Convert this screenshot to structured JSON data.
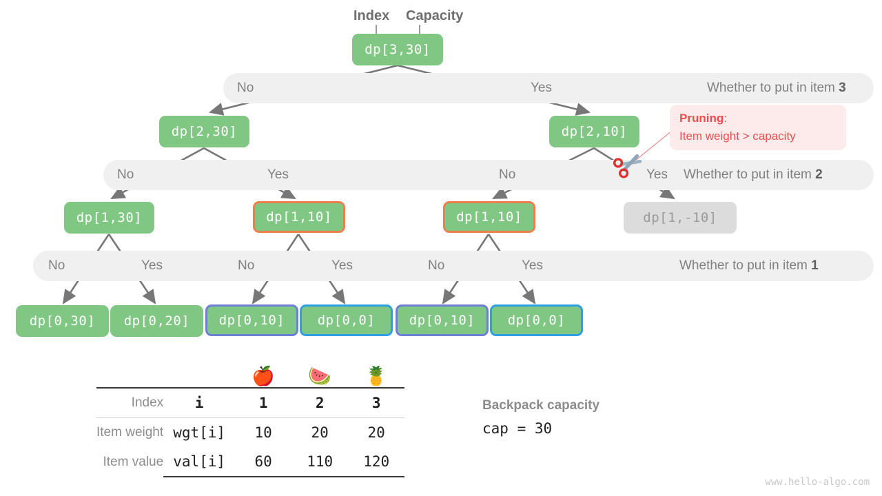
{
  "captions": {
    "index": "Index",
    "capacity": "Capacity"
  },
  "tree": {
    "root": {
      "label": "dp[3,30]"
    },
    "level2": [
      {
        "label": "dp[2,30]"
      },
      {
        "label": "dp[2,10]"
      }
    ],
    "level3": [
      {
        "label": "dp[1,30]"
      },
      {
        "label": "dp[1,10]"
      },
      {
        "label": "dp[1,10]"
      },
      {
        "label": "dp[1,-10]"
      }
    ],
    "level4": [
      {
        "label": "dp[0,30]"
      },
      {
        "label": "dp[0,20]"
      },
      {
        "label": "dp[0,10]"
      },
      {
        "label": "dp[0,0]"
      },
      {
        "label": "dp[0,10]"
      },
      {
        "label": "dp[0,0]"
      }
    ]
  },
  "decision_rows": [
    {
      "question": "Whether to put in item",
      "item": "3",
      "branches": [
        "No",
        "Yes"
      ]
    },
    {
      "question": "Whether to put in item",
      "item": "2",
      "branches": [
        "No",
        "Yes",
        "No",
        "Yes"
      ]
    },
    {
      "question": "Whether to put in item",
      "item": "1",
      "branches": [
        "No",
        "Yes",
        "No",
        "Yes",
        "No",
        "Yes"
      ]
    }
  ],
  "pruning": {
    "title": "Pruning",
    "colon": ":",
    "body": "Item weight > capacity",
    "icon": "scissors-icon",
    "color": "#ef4d4d",
    "background": "#fdeaea"
  },
  "table": {
    "emojis": [
      "🍎",
      "🍉",
      "🍍"
    ],
    "rows": [
      {
        "label": "Index",
        "key": "i",
        "values": [
          "1",
          "2",
          "3"
        ]
      },
      {
        "label": "Item weight",
        "key": "wgt[i]",
        "values": [
          "10",
          "20",
          "20"
        ]
      },
      {
        "label": "Item value",
        "key": "val[i]",
        "values": [
          "60",
          "110",
          "120"
        ]
      }
    ]
  },
  "capacity_note": {
    "title": "Backpack capacity",
    "value": "cap = 30"
  },
  "watermark": "www.hello-algo.com",
  "colors": {
    "node_green": "#81c784",
    "node_muted": "#dcdcdc",
    "border_orange": "#ec7f4b",
    "border_purple": "#6d7fd4",
    "border_blue": "#2f9fe5",
    "bar_gray": "#f0f0f0",
    "arrow_gray": "#777777",
    "text_gray": "#808080"
  }
}
